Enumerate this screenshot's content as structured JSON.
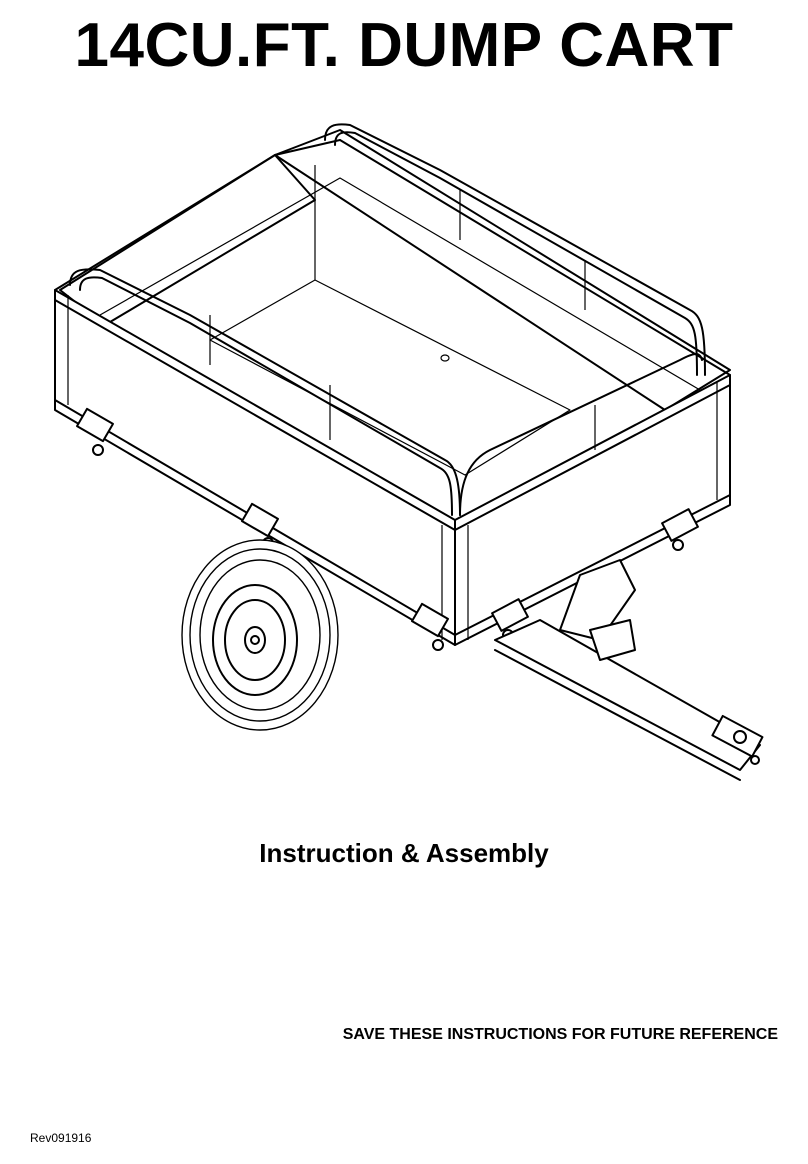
{
  "document": {
    "title": "14CU.FT. DUMP CART",
    "subtitle": "Instruction & Assembly",
    "notice": "SAVE THESE INSTRUCTIONS FOR FUTURE REFERENCE",
    "revision": "Rev091916"
  },
  "illustration": {
    "subject": "dump-cart-line-drawing",
    "stroke_color": "#000000",
    "background_color": "#ffffff"
  }
}
